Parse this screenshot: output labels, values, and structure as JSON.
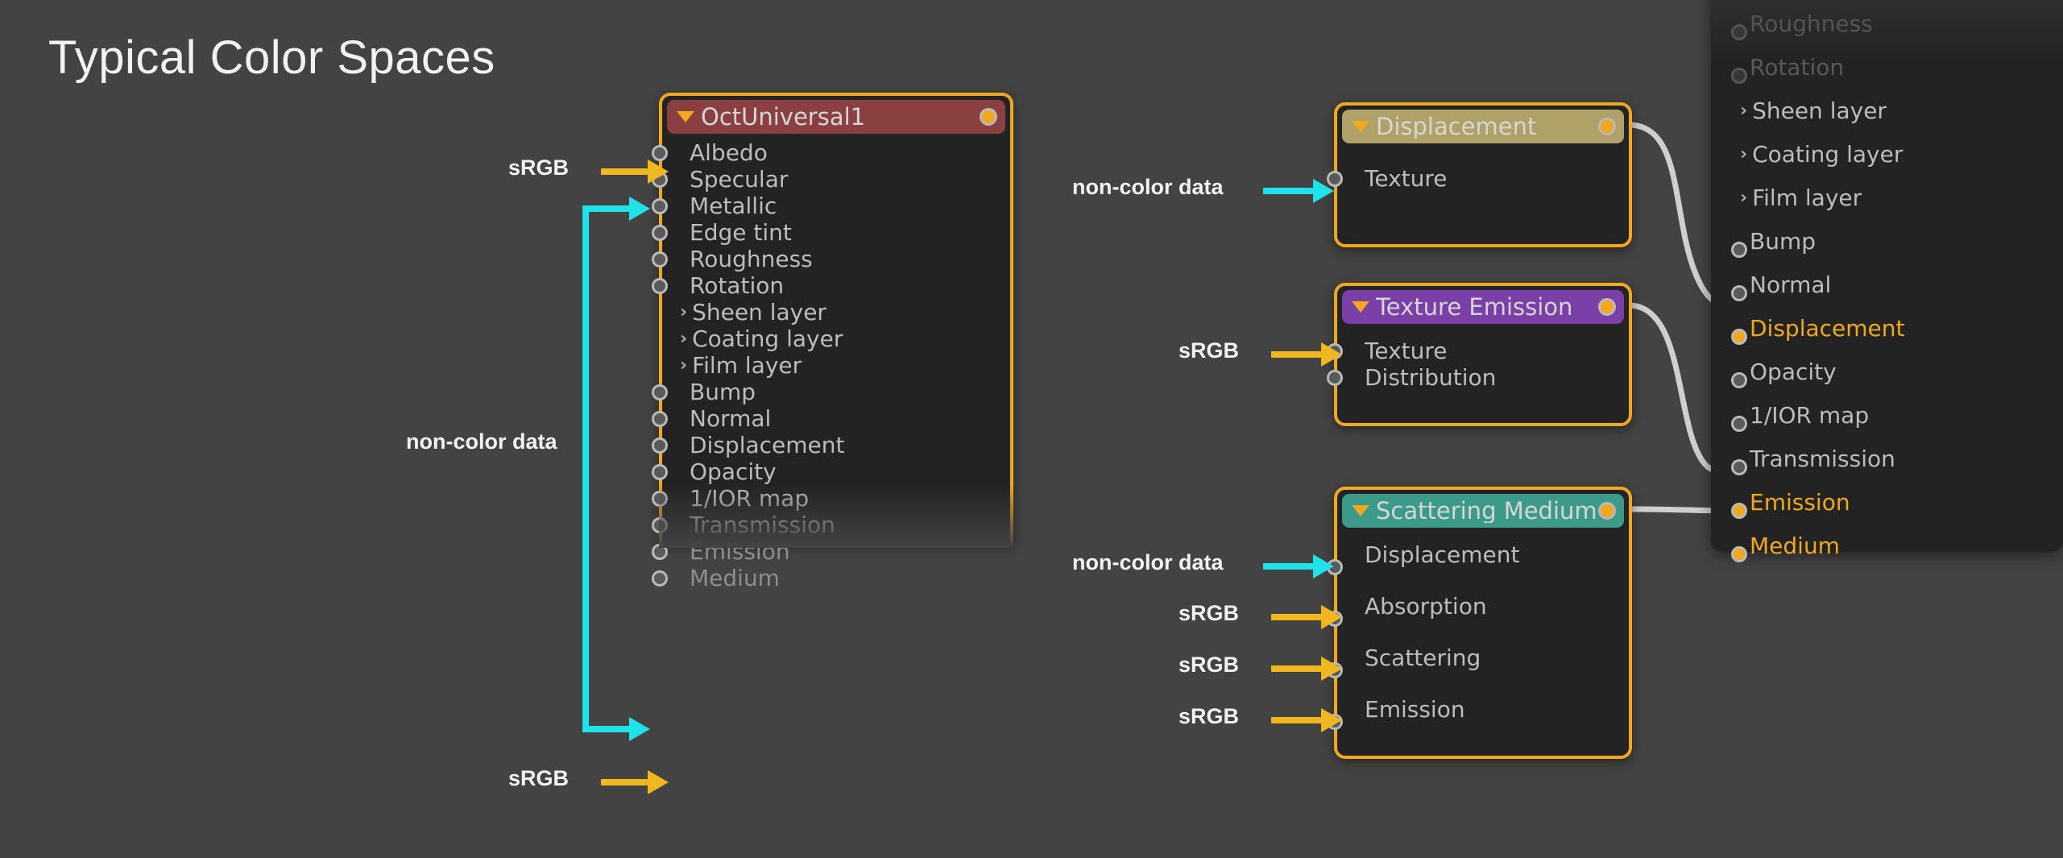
{
  "page": {
    "title": "Typical Color Spaces",
    "background_color": "#434343"
  },
  "colors": {
    "node_border": "#f0a81e",
    "node_body": "#232323",
    "srgb_arrow": "#f0b81e",
    "noncolor_arrow": "#1fe3e8",
    "header_universal": "#8a4040",
    "header_displacement": "#b0a267",
    "header_emission": "#7b3fa8",
    "header_medium": "#3c9a8a",
    "highlight_text": "#f0a81e",
    "port_label": "#bcbcbc",
    "dim_label": "#8e8e8e"
  },
  "nodes": {
    "universal": {
      "title": "OctUniversal1",
      "collapse_icon": "triangle-down-icon",
      "output_socket": "output-socket",
      "ports": [
        {
          "label": "Albedo",
          "kind": "socket",
          "state": "normal"
        },
        {
          "label": "Specular",
          "kind": "socket",
          "state": "normal"
        },
        {
          "label": "Metallic",
          "kind": "socket",
          "state": "normal"
        },
        {
          "label": "Edge tint",
          "kind": "socket",
          "state": "normal"
        },
        {
          "label": "Roughness",
          "kind": "socket",
          "state": "normal"
        },
        {
          "label": "Rotation",
          "kind": "socket",
          "state": "normal"
        },
        {
          "label": "Sheen layer",
          "kind": "group",
          "state": "normal"
        },
        {
          "label": "Coating layer",
          "kind": "group",
          "state": "normal"
        },
        {
          "label": "Film layer",
          "kind": "group",
          "state": "normal"
        },
        {
          "label": "Bump",
          "kind": "socket",
          "state": "normal"
        },
        {
          "label": "Normal",
          "kind": "socket",
          "state": "normal"
        },
        {
          "label": "Displacement",
          "kind": "socket",
          "state": "normal"
        },
        {
          "label": "Opacity",
          "kind": "socket",
          "state": "normal"
        },
        {
          "label": "1/IOR map",
          "kind": "socket",
          "state": "normal"
        },
        {
          "label": "Transmission",
          "kind": "socket",
          "state": "normal"
        },
        {
          "label": "Emission",
          "kind": "socket",
          "state": "dim"
        },
        {
          "label": "Medium",
          "kind": "socket",
          "state": "dim"
        }
      ]
    },
    "displacement": {
      "title": "Displacement",
      "collapse_icon": "triangle-down-icon",
      "output_socket": "output-socket",
      "ports": [
        {
          "label": "Texture",
          "kind": "socket",
          "state": "normal"
        }
      ]
    },
    "texture_emission": {
      "title": "Texture Emission",
      "collapse_icon": "triangle-down-icon",
      "output_socket": "output-socket",
      "ports": [
        {
          "label": "Texture",
          "kind": "socket",
          "state": "normal"
        },
        {
          "label": "Distribution",
          "kind": "socket",
          "state": "normal"
        }
      ]
    },
    "scattering_medium": {
      "title": "Scattering Medium",
      "collapse_icon": "triangle-down-icon",
      "output_socket": "output-socket",
      "ports": [
        {
          "label": "Displacement",
          "kind": "socket",
          "state": "normal"
        },
        {
          "label": "Absorption",
          "kind": "socket",
          "state": "normal"
        },
        {
          "label": "Scattering",
          "kind": "socket",
          "state": "normal"
        },
        {
          "label": "Emission",
          "kind": "socket",
          "state": "normal"
        }
      ]
    },
    "ghost_target": {
      "ports": [
        {
          "label": "Roughness",
          "kind": "socket",
          "state": "faded"
        },
        {
          "label": "Rotation",
          "kind": "socket",
          "state": "faded"
        },
        {
          "label": "Sheen layer",
          "kind": "group",
          "state": "normal"
        },
        {
          "label": "Coating layer",
          "kind": "group",
          "state": "normal"
        },
        {
          "label": "Film layer",
          "kind": "group",
          "state": "normal"
        },
        {
          "label": "Bump",
          "kind": "socket",
          "state": "normal"
        },
        {
          "label": "Normal",
          "kind": "socket",
          "state": "normal"
        },
        {
          "label": "Displacement",
          "kind": "socket",
          "state": "connected"
        },
        {
          "label": "Opacity",
          "kind": "socket",
          "state": "normal"
        },
        {
          "label": "1/IOR map",
          "kind": "socket",
          "state": "normal"
        },
        {
          "label": "Transmission",
          "kind": "socket",
          "state": "normal"
        },
        {
          "label": "Emission",
          "kind": "socket",
          "state": "connected"
        },
        {
          "label": "Medium",
          "kind": "socket",
          "state": "connected"
        }
      ]
    }
  },
  "annotations": [
    {
      "id": "a1",
      "text": "sRGB",
      "type": "srgb",
      "target": "universal.Albedo"
    },
    {
      "id": "a2",
      "text": "non-color data",
      "type": "non-color",
      "target": "universal.Specular + 1/IOR map"
    },
    {
      "id": "a3",
      "text": "sRGB",
      "type": "srgb",
      "target": "universal.Transmission"
    },
    {
      "id": "a4",
      "text": "non-color data",
      "type": "non-color",
      "target": "displacement.Texture"
    },
    {
      "id": "a5",
      "text": "sRGB",
      "type": "srgb",
      "target": "texture_emission.Texture"
    },
    {
      "id": "a6",
      "text": "non-color data",
      "type": "non-color",
      "target": "scattering_medium.Displacement"
    },
    {
      "id": "a7",
      "text": "sRGB",
      "type": "srgb",
      "target": "scattering_medium.Absorption"
    },
    {
      "id": "a8",
      "text": "sRGB",
      "type": "srgb",
      "target": "scattering_medium.Scattering"
    },
    {
      "id": "a9",
      "text": "sRGB",
      "type": "srgb",
      "target": "scattering_medium.Emission"
    }
  ]
}
